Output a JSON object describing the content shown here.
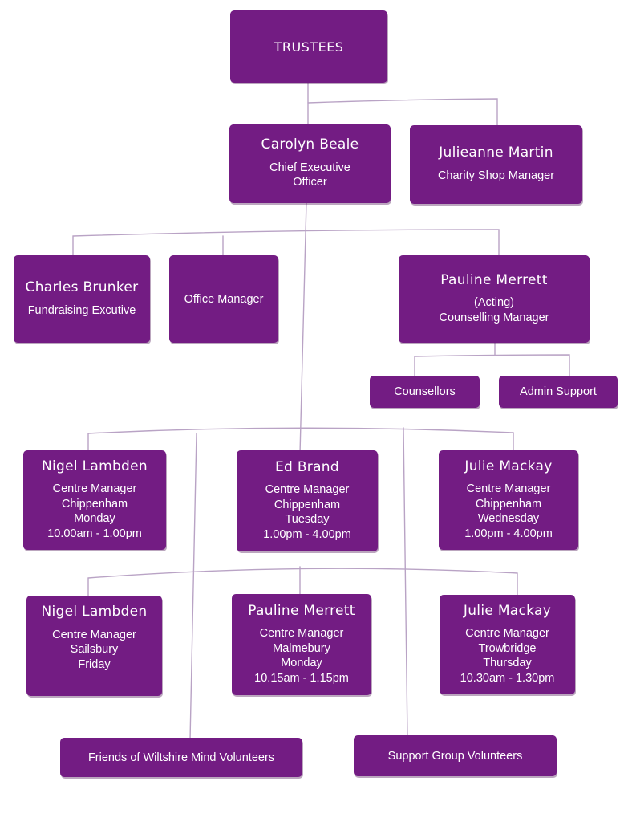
{
  "chart": {
    "trustees": "TRUSTEES",
    "carolyn": {
      "name": "Carolyn Beale",
      "lines": [
        "Chief Executive",
        "Officer"
      ]
    },
    "julieanne": {
      "name": "Julieanne Martin",
      "lines": [
        "Charity Shop Manager"
      ]
    },
    "charles": {
      "name": "Charles Brunker",
      "lines": [
        "Fundraising Excutive"
      ]
    },
    "office": {
      "label": "Office Manager"
    },
    "pauline_acting": {
      "name": "Pauline Merrett",
      "lines": [
        "(Acting)",
        "Counselling Manager"
      ]
    },
    "counsellors": {
      "label": "Counsellors"
    },
    "admin": {
      "label": "Admin Support"
    },
    "nigel_chip": {
      "name": "Nigel Lambden",
      "lines": [
        "Centre Manager",
        "Chippenham",
        "Monday",
        "10.00am - 1.00pm"
      ]
    },
    "ed": {
      "name": "Ed Brand",
      "lines": [
        "Centre Manager",
        "Chippenham",
        "Tuesday",
        "1.00pm - 4.00pm"
      ]
    },
    "julie_chip": {
      "name": "Julie Mackay",
      "lines": [
        "Centre Manager",
        "Chippenham",
        "Wednesday",
        "1.00pm - 4.00pm"
      ]
    },
    "nigel_sal": {
      "name": "Nigel Lambden",
      "lines": [
        "Centre Manager",
        "Sailsbury",
        "Friday"
      ]
    },
    "pauline_malm": {
      "name": "Pauline Merrett",
      "lines": [
        "Centre Manager",
        "Malmebury",
        "Monday",
        "10.15am - 1.15pm"
      ]
    },
    "julie_trow": {
      "name": "Julie Mackay",
      "lines": [
        "Centre Manager",
        "Trowbridge",
        "Thursday",
        "10.30am - 1.30pm"
      ]
    },
    "friends": {
      "label": "Friends of Wiltshire Mind Volunteers"
    },
    "support": {
      "label": "Support Group Volunteers"
    }
  },
  "colors": {
    "box": "#731c83",
    "text": "#ffffff",
    "connector": "#b9a3c5"
  }
}
